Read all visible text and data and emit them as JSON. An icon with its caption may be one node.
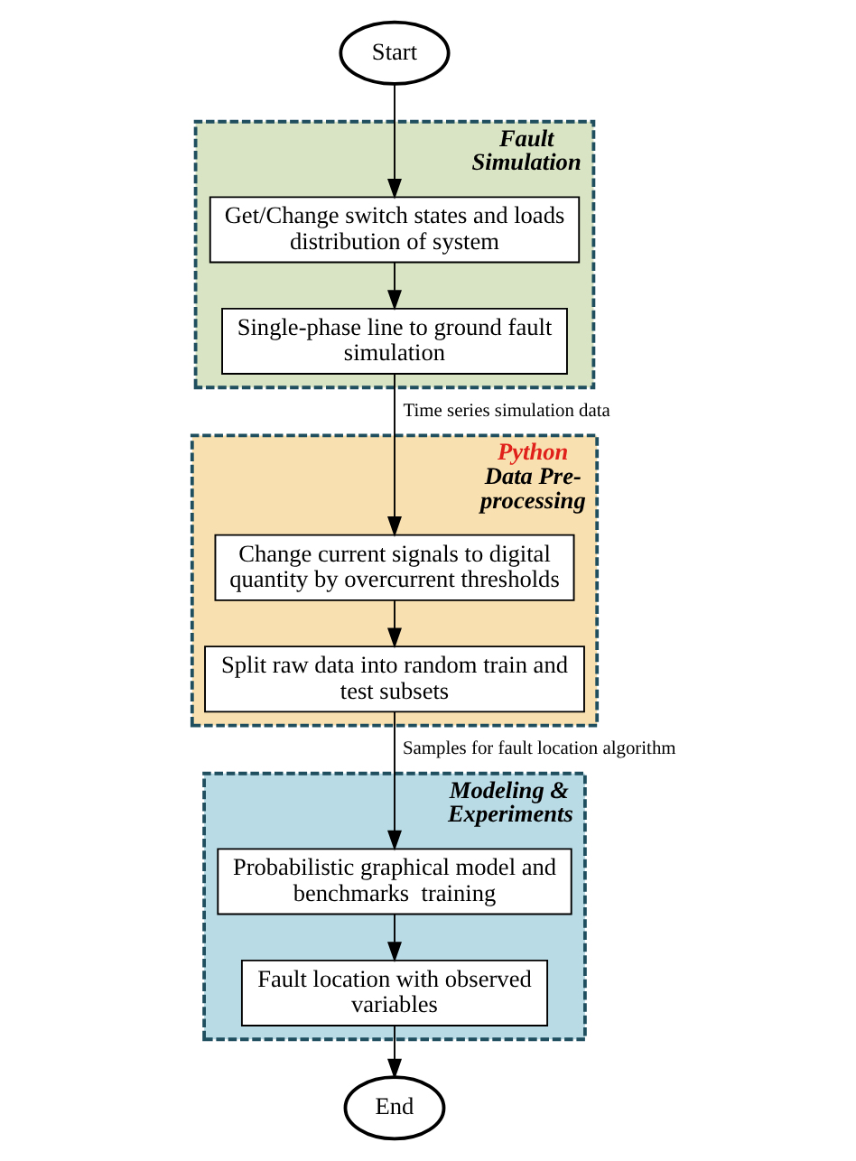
{
  "diagram": {
    "nodes": [
      {
        "text": [
          "Start"
        ]
      },
      {
        "text": [
          "Fault Simulation"
        ]
      },
      {
        "text": [
          "Get/Change switch states and loads distribution of system"
        ],
        "in": 1
      },
      {
        "text": [
          "Single-phase line to ground fault simulation"
        ],
        "in": 1
      },
      {
        "text": [
          "Python",
          "Data Pre-processing"
        ]
      },
      {
        "text": [
          "Change current signals to digital quantity by overcurrent thresholds"
        ],
        "in": 4
      },
      {
        "text": [
          "Split raw data into random train and test subsets"
        ],
        "in": 4
      },
      {
        "text": [
          "Modeling & Experiments"
        ]
      },
      {
        "text": [
          "Probabilistic graphical model and benchmarks  training"
        ],
        "in": 7
      },
      {
        "text": [
          "Fault location with observed variables"
        ],
        "in": 7
      },
      {
        "text": [
          "End"
        ]
      }
    ],
    "edges": [
      {
        "from": 0,
        "to": 2,
        "arrow": "to"
      },
      {
        "from": 2,
        "to": 3,
        "arrow": "to"
      },
      {
        "from": 3,
        "to": 5,
        "arrow": "to",
        "label": "Time series simulation data"
      },
      {
        "from": 5,
        "to": 6,
        "arrow": "to"
      },
      {
        "from": 6,
        "to": 8,
        "arrow": "to",
        "label": "Samples for fault location algorithm"
      },
      {
        "from": 8,
        "to": 9,
        "arrow": "to"
      },
      {
        "from": 9,
        "to": 10,
        "arrow": "to"
      }
    ]
  }
}
